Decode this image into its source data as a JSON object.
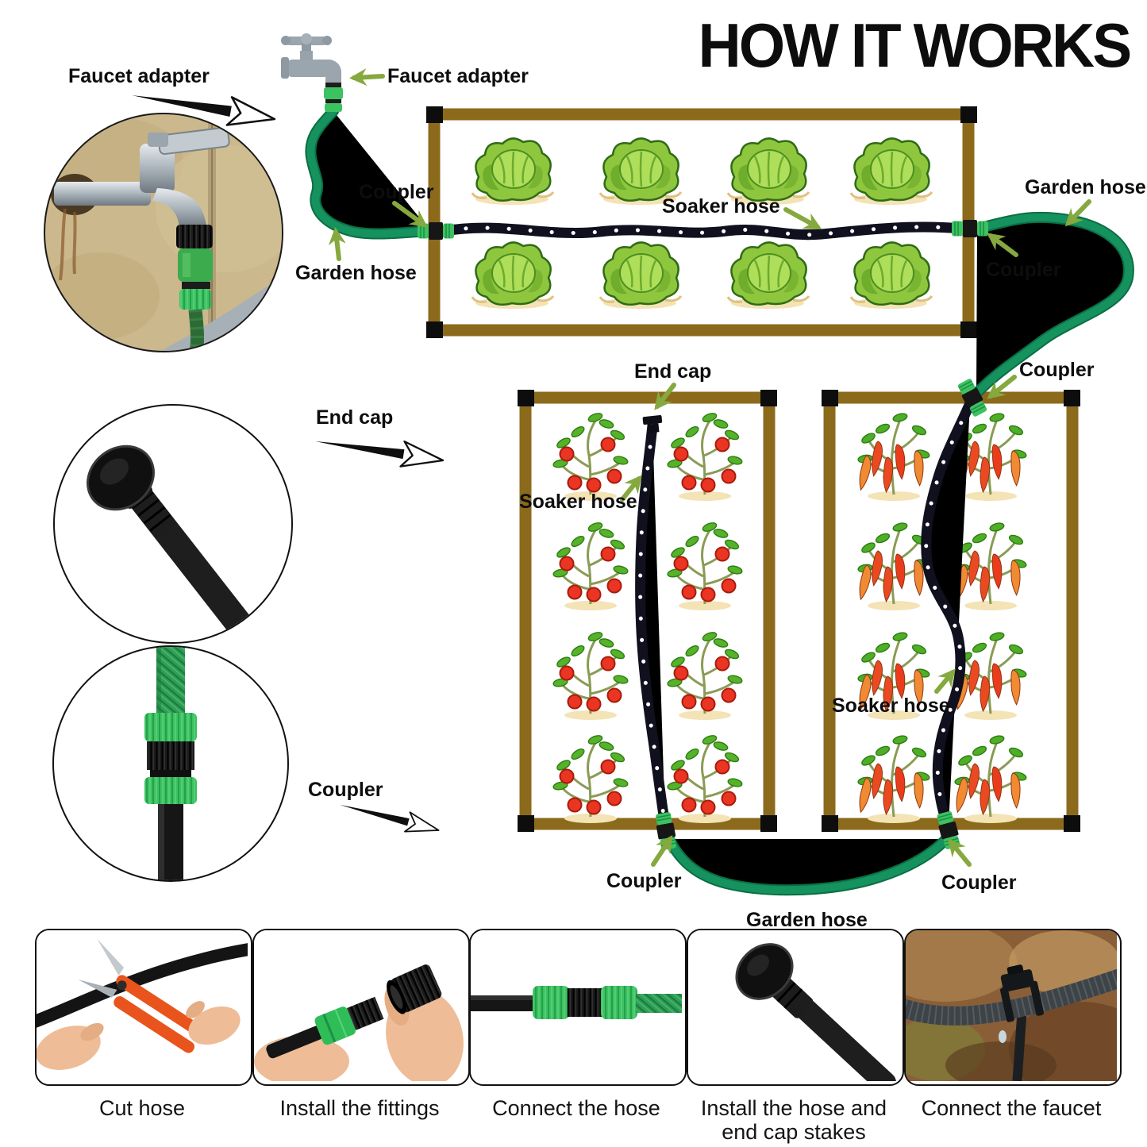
{
  "title": "HOW IT WORKS",
  "callouts": {
    "faucet_adapter_left": "Faucet adapter",
    "faucet_adapter_right": "Faucet adapter",
    "coupler_top_left": "Coupler",
    "garden_hose_left": "Garden hose",
    "soaker_hose_top": "Soaker hose",
    "garden_hose_right": "Garden hose",
    "coupler_right_upper": "Coupler",
    "coupler_right_lower": "Coupler",
    "end_cap_inset": "End cap",
    "end_cap_bed": "End cap",
    "soaker_hose_tomato": "Soaker hose",
    "soaker_hose_chili": "Soaker hose",
    "coupler_inset": "Coupler",
    "coupler_bottom_left": "Coupler",
    "coupler_bottom_right": "Coupler",
    "garden_hose_bottom": "Garden hose"
  },
  "steps": [
    {
      "caption": "Cut hose"
    },
    {
      "caption": "Install the fittings"
    },
    {
      "caption": "Connect the hose"
    },
    {
      "caption": "Install the hose and end cap stakes"
    },
    {
      "caption": "Connect the faucet"
    }
  ],
  "icons": {
    "faucet_icon": "outdoor-tap",
    "faucet_adapter_icon": "green-quick-adapter",
    "coupler_icon": "green-black-quick-coupler",
    "end_cap_icon": "black-hose-end-cap",
    "garden_hose_icon": "green-hose-line",
    "soaker_hose_icon": "black-dotted-hose-line",
    "lettuce_icon": "lettuce-plant",
    "tomato_icon": "tomato-plant",
    "chili_icon": "chili-plant",
    "green_arrow_icon": "solid-green-arrow",
    "black_arrow_icon": "outlined-black-arrow"
  },
  "colors": {
    "garden_hose": "#15925e",
    "soaker_hose": "#10101e",
    "coupler_green": "#3cc261",
    "bed_frame": "#8c6a1c",
    "arrow_green": "#85a93e"
  }
}
